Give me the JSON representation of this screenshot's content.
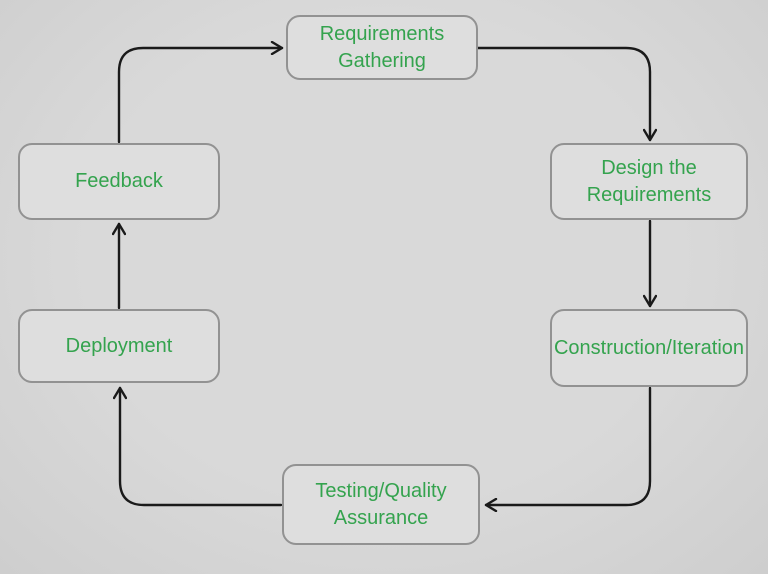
{
  "diagram": {
    "type": "cycle-flowchart",
    "nodes": [
      {
        "id": "requirements-gathering",
        "label": "Requirements Gathering"
      },
      {
        "id": "design-requirements",
        "label": "Design the Requirements"
      },
      {
        "id": "construction-iteration",
        "label": "Construction/Iteration"
      },
      {
        "id": "testing-quality-assurance",
        "label": "Testing/Quality Assurance"
      },
      {
        "id": "deployment",
        "label": "Deployment"
      },
      {
        "id": "feedback",
        "label": "Feedback"
      }
    ],
    "edges": [
      {
        "from": "feedback",
        "to": "requirements-gathering"
      },
      {
        "from": "requirements-gathering",
        "to": "design-requirements"
      },
      {
        "from": "design-requirements",
        "to": "construction-iteration"
      },
      {
        "from": "construction-iteration",
        "to": "testing-quality-assurance"
      },
      {
        "from": "testing-quality-assurance",
        "to": "deployment"
      },
      {
        "from": "deployment",
        "to": "feedback"
      }
    ],
    "colors": {
      "background": "#d6d6d6",
      "node_fill": "#dedede",
      "node_border": "#929292",
      "node_text": "#34a34e",
      "arrow": "#1a1a1a"
    }
  }
}
